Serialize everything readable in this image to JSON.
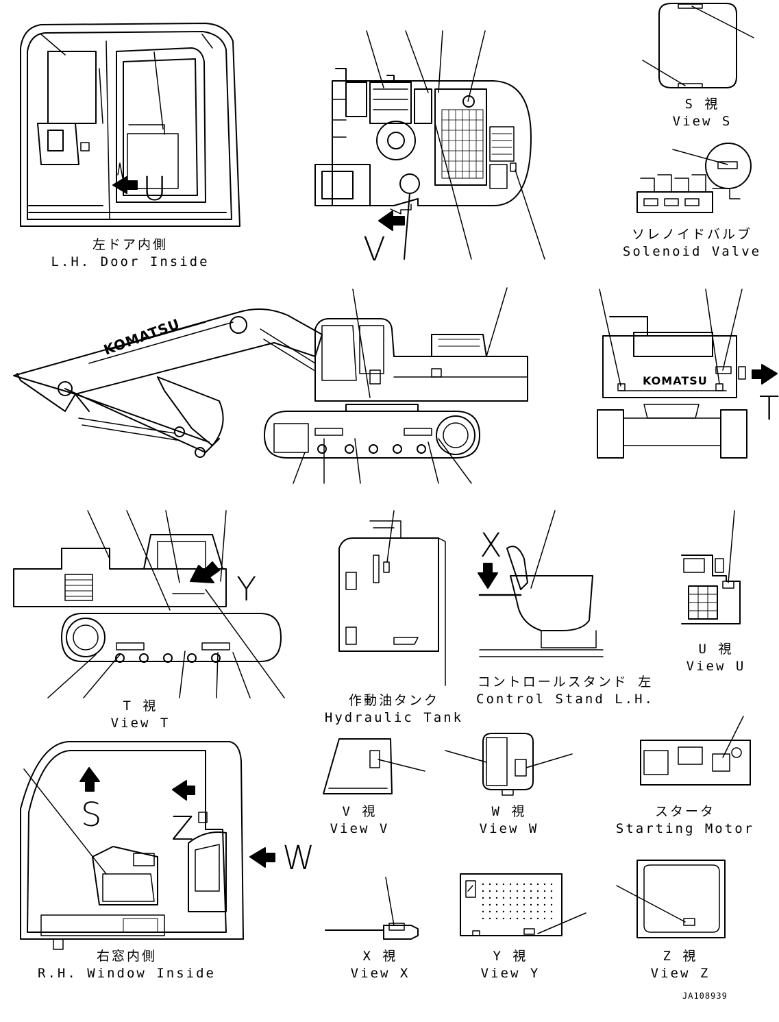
{
  "views": {
    "door": {
      "jp": "左ドア内側",
      "en": "L.H. Door Inside"
    },
    "solenoid": {
      "jp": "ソレノイドバルブ",
      "en": "Solenoid Valve"
    },
    "s": {
      "jp": "S 視",
      "en": "View S"
    },
    "t": {
      "jp": "T 視",
      "en": "View T"
    },
    "u": {
      "jp": "U 視",
      "en": "View U"
    },
    "tank": {
      "jp": "作動油タンク",
      "en": "Hydraulic Tank"
    },
    "control": {
      "jp": "コントロールスタンド 左",
      "en": "Control Stand L.H."
    },
    "v": {
      "jp": "V 視",
      "en": "View V"
    },
    "w": {
      "jp": "W 視",
      "en": "View W"
    },
    "starter": {
      "jp": "スタータ",
      "en": "Starting Motor"
    },
    "window": {
      "jp": "右窓内側",
      "en": "R.H. Window Inside"
    },
    "x": {
      "jp": "X 視",
      "en": "View X"
    },
    "y": {
      "jp": "Y 視",
      "en": "View Y"
    },
    "z": {
      "jp": "Z 視",
      "en": "View Z"
    }
  },
  "arrows": {
    "u": "U",
    "v": "V",
    "t": "T",
    "y": "Y",
    "x": "X",
    "s": "S",
    "z": "Z",
    "w": "W"
  },
  "brand": "KOMATSU",
  "drawing_number": "JA108939"
}
